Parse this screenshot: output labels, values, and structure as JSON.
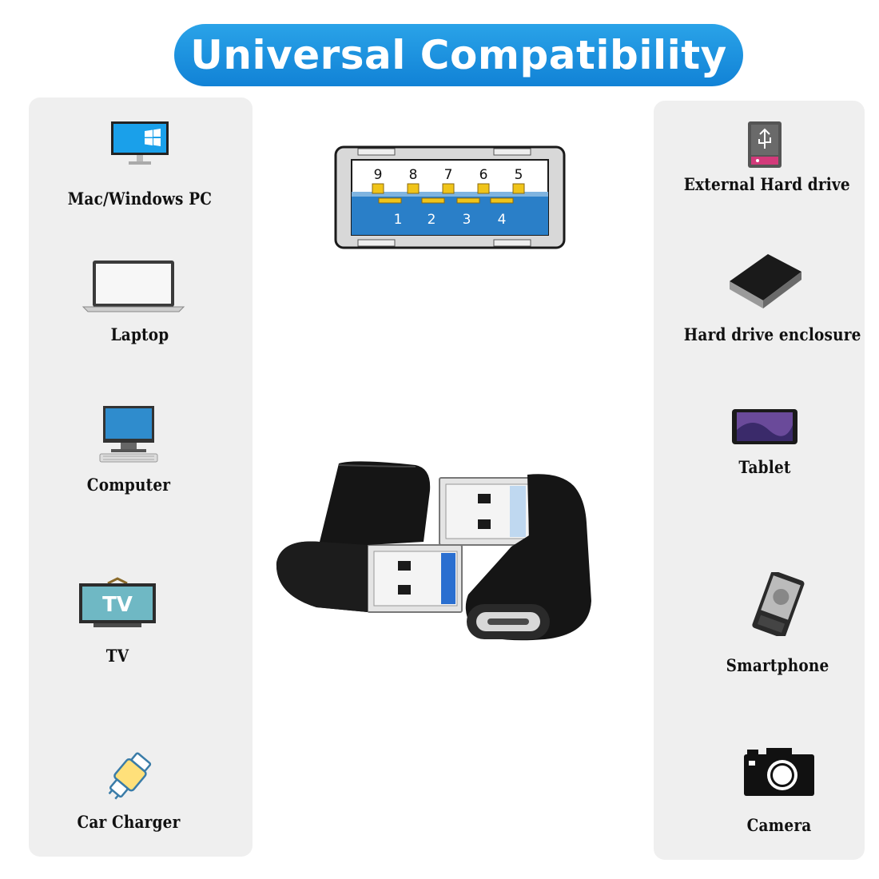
{
  "banner": {
    "title": "Universal Compatibility"
  },
  "left_devices": [
    {
      "label": "Mac/Windows PC",
      "icon": "desktop-monitor-icon"
    },
    {
      "label": "Laptop",
      "icon": "laptop-icon"
    },
    {
      "label": "Computer",
      "icon": "computer-icon"
    },
    {
      "label": "TV",
      "icon": "tv-icon"
    },
    {
      "label": "Car Charger",
      "icon": "car-charger-icon"
    }
  ],
  "right_devices": [
    {
      "label": "External Hard drive",
      "icon": "external-hard-drive-icon"
    },
    {
      "label": "Hard drive enclosure",
      "icon": "hard-drive-enclosure-icon"
    },
    {
      "label": "Tablet",
      "icon": "tablet-icon"
    },
    {
      "label": "Smartphone",
      "icon": "smartphone-icon"
    },
    {
      "label": "Camera",
      "icon": "camera-icon"
    }
  ],
  "usb_pinout": {
    "top_pins": [
      "9",
      "8",
      "7",
      "6",
      "5"
    ],
    "bottom_pins": [
      "1",
      "2",
      "3",
      "4"
    ]
  },
  "tv_icon_text": "TV",
  "colors": {
    "banner": "#1a8fe0",
    "panel": "#efefef",
    "usb_blue": "#2a7fc8",
    "pin_gold": "#f0c419",
    "adapter_black": "#151515"
  }
}
